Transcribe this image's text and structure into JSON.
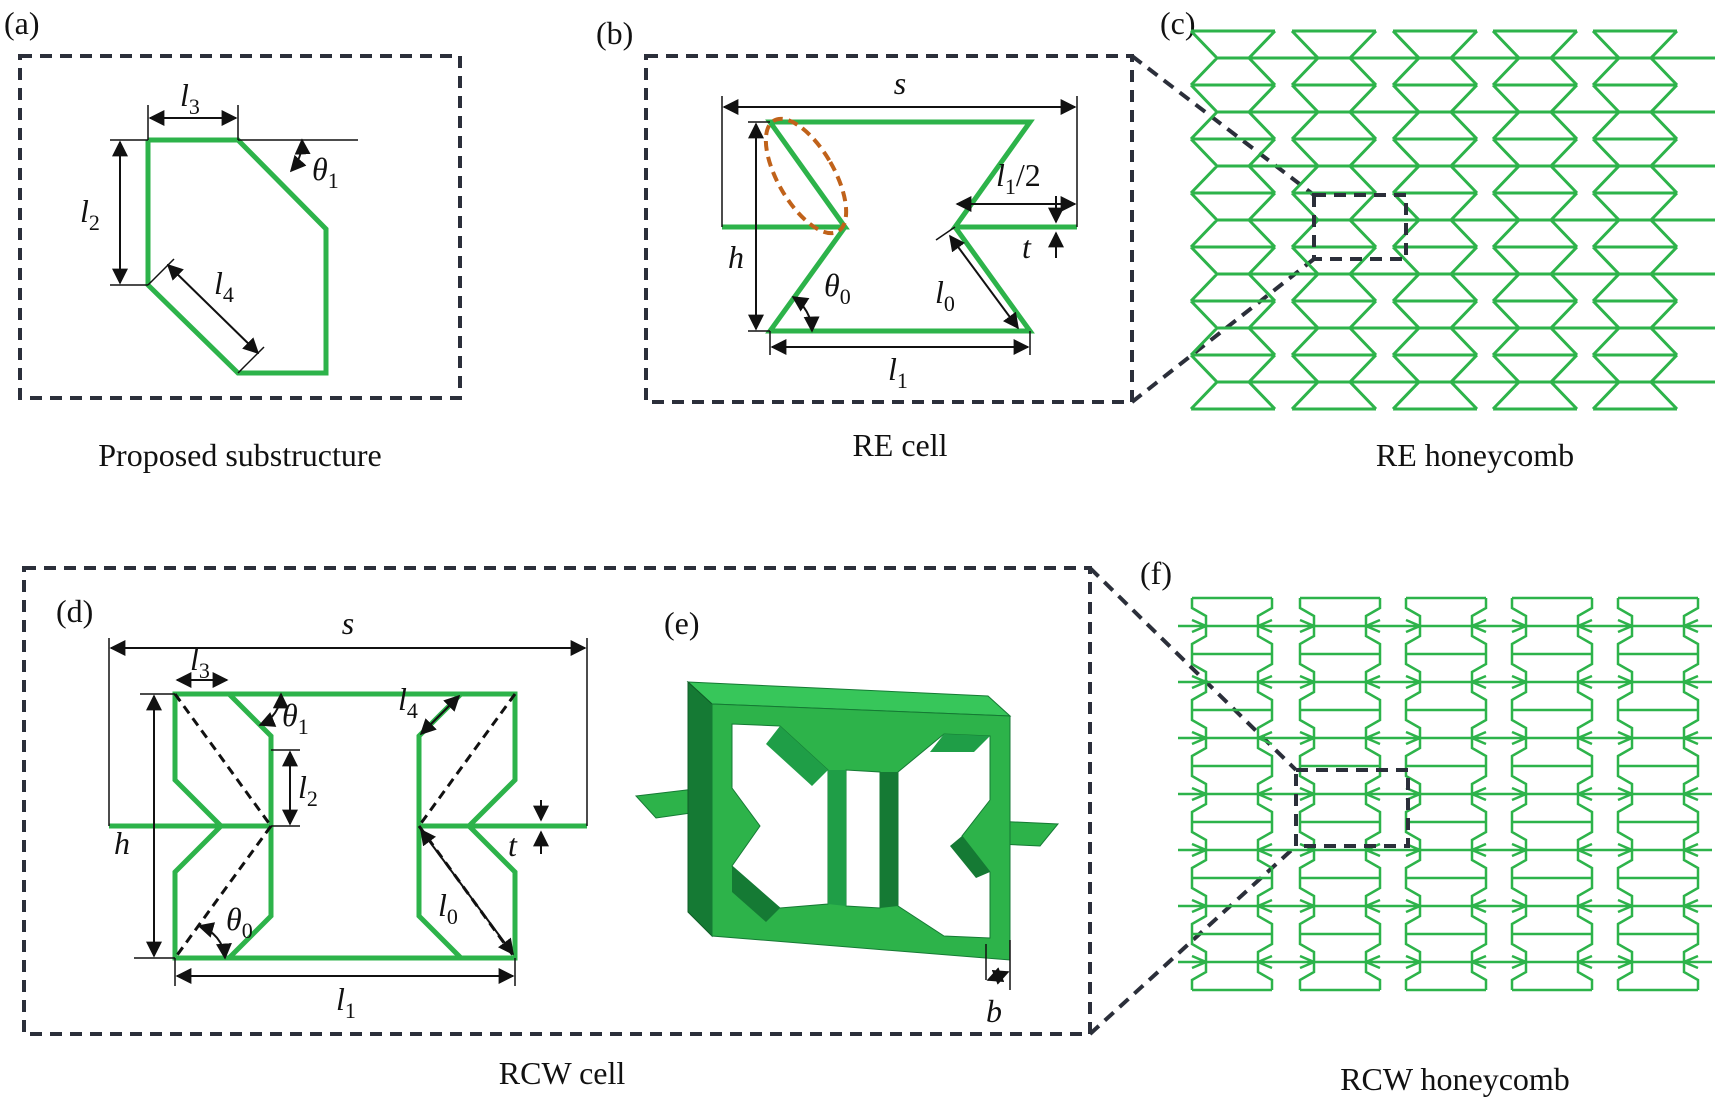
{
  "panels": {
    "a": {
      "label": "(a)",
      "caption": "Proposed substructure"
    },
    "b": {
      "label": "(b)",
      "caption": "RE cell"
    },
    "c": {
      "label": "(c)",
      "caption": "RE honeycomb"
    },
    "d": {
      "label": "(d)",
      "caption": "RCW cell"
    },
    "e": {
      "label": "(e)"
    },
    "f": {
      "label": "(f)",
      "caption": "RCW honeycomb"
    }
  },
  "symbols": {
    "l": "l",
    "theta": "θ",
    "s": "s",
    "h": "h",
    "t": "t",
    "b": "b",
    "half": "/2",
    "sub0": "0",
    "sub1": "1",
    "sub2": "2",
    "sub3": "3",
    "sub4": "4"
  },
  "colors": {
    "strut": "#2db34a",
    "frame": "#2b2f3a",
    "highlight": "#c0621a",
    "solid_top": "#1f9e47",
    "solid_face": "#2db34a",
    "solid_side": "#157a34"
  }
}
